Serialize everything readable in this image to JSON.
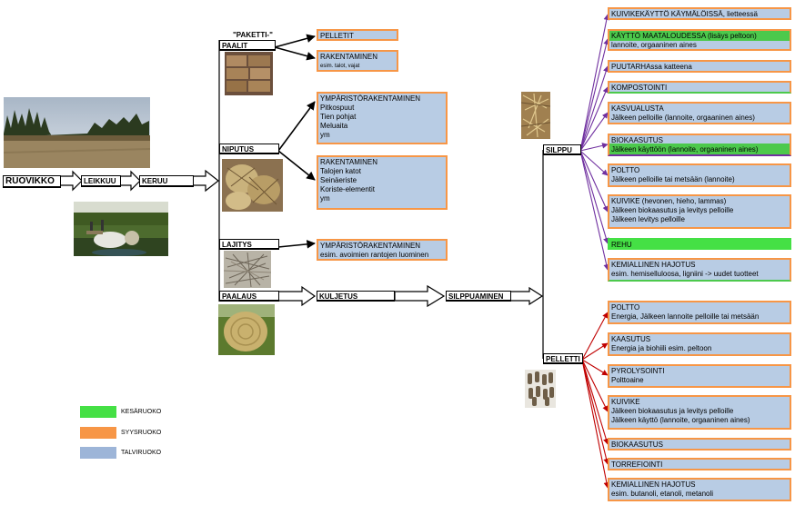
{
  "start": {
    "ruovikko": "RUOVIKKO",
    "leikkuu": "LEIKKUU",
    "keruu": "KERUU"
  },
  "mid_labels": {
    "paketti": "\"PAKETTI-\"",
    "paalit": "PAALIT",
    "niputus": "NIPUTUS",
    "lajitys": "LAJITYS",
    "paalaus": "PAALAUS",
    "kuljetus": "KULJETUS",
    "silppuaminen": "SILPPUAMINEN",
    "silppu": "SILPPU",
    "pelletti": "PELLETTI"
  },
  "mid_boxes": [
    {
      "lines": [
        "PELLETIT"
      ]
    },
    {
      "lines": [
        "RAKENTAMINEN",
        "esim. talot, vajat"
      ]
    },
    {
      "lines": [
        "YMPÄRISTÖRAKENTAMINEN",
        "Pitkospuut",
        "Tien pohjat",
        "Meluaita",
        "ym"
      ]
    },
    {
      "lines": [
        "RAKENTAMINEN",
        "Talojen katot",
        "Seinäeriste",
        "Koriste-elementit",
        "ym"
      ]
    },
    {
      "lines": [
        "YMPÄRISTÖRAKENTAMINEN",
        "esim. avoimien rantojen luominen"
      ]
    }
  ],
  "silppu_boxes": [
    {
      "lines": [
        "KUIVIKEKÄYTTÖ KÄYMÄLÖISSÄ, lietteessä"
      ]
    },
    {
      "lines": [
        "KÄYTTÖ MAATALOUDESSA (lisäys peltoon)",
        "lannoite, orgaaninen aines"
      ]
    },
    {
      "lines": [
        "PUUTARHAssa katteena"
      ]
    },
    {
      "lines": [
        "KOMPOSTOINTI"
      ]
    },
    {
      "lines": [
        "KASVUALUSTA",
        "Jälkeen pelloille (lannoite, orgaaninen aines)"
      ]
    },
    {
      "lines": [
        "BIOKAASUTUS",
        "Jälkeen käyttöön (lannoite, orgaaninen aines)"
      ]
    },
    {
      "lines": [
        "POLTTO",
        "Jälkeen pelloille tai metsään (lannoite)"
      ]
    },
    {
      "lines": [
        "KUIVIKE (hevonen, hieho, lammas)",
        "Jälkeen biokaasutus ja levitys pelloille",
        "Jälkeen levitys pelloille"
      ]
    },
    {
      "lines": [
        "REHU"
      ]
    },
    {
      "lines": [
        "KEMIALLINEN HAJOTUS",
        "esim. hemiselluloosa, ligniini -> uudet tuotteet"
      ]
    }
  ],
  "pelletti_boxes": [
    {
      "lines": [
        "POLTTO",
        "Energia, Jälkeen lannoite pelloille tai metsään"
      ]
    },
    {
      "lines": [
        "KAASUTUS",
        "Energia ja biohiili esim. peltoon"
      ]
    },
    {
      "lines": [
        "PYROLYSOINTI",
        "Polttoaine"
      ]
    },
    {
      "lines": [
        "KUIVIKE",
        "Jälkeen biokaasutus ja levitys pelloille",
        "Jälkeen käyttö (lannoite, orgaaninen aines)"
      ]
    },
    {
      "lines": [
        "BIOKAASUTUS"
      ]
    },
    {
      "lines": [
        "TORREFIOINTI"
      ]
    },
    {
      "lines": [
        "KEMIALLINEN HAJOTUS",
        "esim. butanoli, etanoli, metanoli"
      ]
    }
  ],
  "legend": [
    {
      "label": "KESÄRUOKO",
      "color": "#45e045"
    },
    {
      "label": "SYYSRUOKO",
      "color": "#f79646"
    },
    {
      "label": "TALVIRUOKO",
      "color": "#9db5d8"
    }
  ]
}
